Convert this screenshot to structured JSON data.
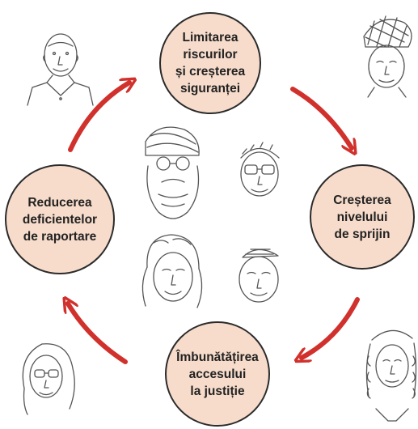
{
  "colors": {
    "node_fill": "#f7dccb",
    "node_border": "#2b2b2b",
    "arrow": "#d1312c",
    "sketch_line": "#555555"
  },
  "diagram": {
    "type": "cycle",
    "nodes": [
      {
        "id": "top",
        "label": "Limitarea\nriscurilor\nși creșterea\nsiguranței"
      },
      {
        "id": "right",
        "label": "Creșterea\nnivelului\nde sprijin"
      },
      {
        "id": "bottom",
        "label": "Îmbunătățirea\naccesului\nla justiție"
      },
      {
        "id": "left",
        "label": "Reducerea\ndeficientelor\nde raportare"
      }
    ],
    "arrows": [
      {
        "from": "top",
        "to": "right"
      },
      {
        "from": "right",
        "to": "bottom"
      },
      {
        "from": "bottom",
        "to": "left"
      },
      {
        "from": "left",
        "to": "top"
      }
    ]
  },
  "illustrations": [
    {
      "name": "officer-portrait",
      "icon": "officer-face-sketch"
    },
    {
      "name": "woman-headwrap-portrait",
      "icon": "woman-headwrap-face-sketch"
    },
    {
      "name": "turban-man-portrait",
      "icon": "turban-bearded-man-sketch"
    },
    {
      "name": "glasses-man-portrait",
      "icon": "man-with-glasses-sketch"
    },
    {
      "name": "curly-hair-woman-portrait",
      "icon": "curly-hair-woman-sketch"
    },
    {
      "name": "kippah-man-portrait",
      "icon": "man-with-kippah-sketch"
    },
    {
      "name": "glasses-woman-portrait",
      "icon": "woman-with-glasses-sketch"
    },
    {
      "name": "judge-portrait",
      "icon": "judge-with-wig-sketch"
    }
  ]
}
